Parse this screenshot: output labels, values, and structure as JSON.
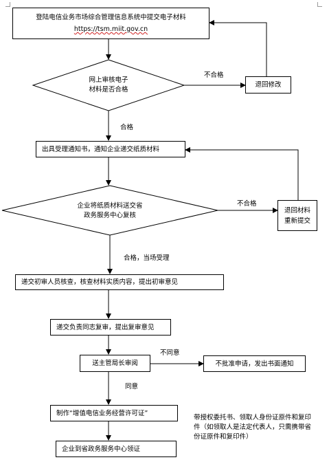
{
  "steps": {
    "submit": {
      "line1": "登陆电信业务市场综合管理信息系统中提交电子材料",
      "line2": "https://tsm.miit.gov.cn"
    },
    "online_review": {
      "line1": "网上审核电子",
      "line2": "材料是否合格"
    },
    "return_modify": "退回修改",
    "issue_notice": "出具受理通知书，通知企业递交纸质材料",
    "paper_review": {
      "line1": "企业将纸质材料送交省",
      "line2": "政务服务中心复核"
    },
    "return_resubmit": {
      "line1": "退回材料",
      "line2": "重新提交"
    },
    "first_review": "递交初审人员核查，核查材料实质内容，提出初审意见",
    "second_review": "递交负责同志复审，提出复审意见",
    "director_review": "送主管局长审阅",
    "reject": "不批准申请，发出书面通知",
    "make_license": "制作“增值电信业务经营许可证”",
    "collect": "企业到省政务服务中心领证"
  },
  "labels": {
    "fail_1": "不合格",
    "pass_1": "合格",
    "fail_2": "不合格",
    "pass_accept": "合格，当场受理",
    "disagree": "不同意",
    "agree": "同意"
  },
  "note": "带授权委托书、领取人身份证原件和复印件（如领取人是法定代表人，只需携带省份证原件和复印件）"
}
